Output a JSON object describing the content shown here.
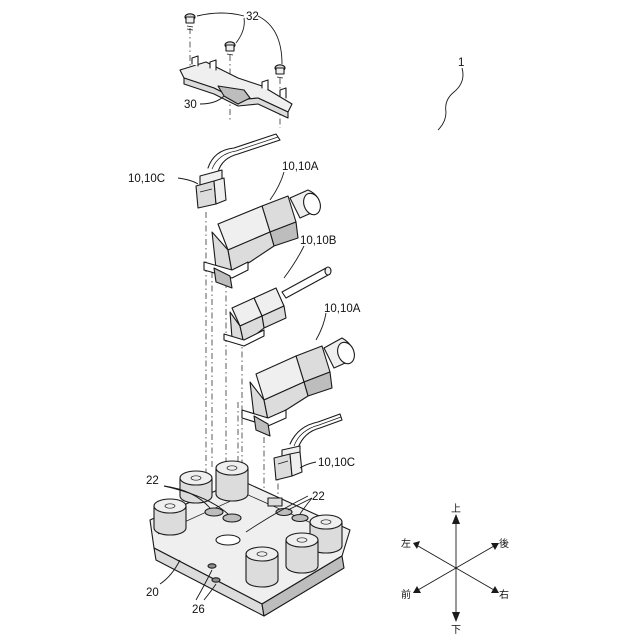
{
  "labels": {
    "assembly": "1",
    "screws": "32",
    "bracket": "30",
    "connector_top": "10,10C",
    "actuator_upper": "10,10A",
    "actuator_middle": "10,10B",
    "actuator_lower": "10,10A",
    "connector_bottom": "10,10C",
    "ports_left": "22",
    "ports_right": "22",
    "housing": "20",
    "holes": "26"
  },
  "directions": {
    "up": "上",
    "down": "下",
    "left": "左",
    "right": "右",
    "front": "前",
    "back": "後"
  }
}
